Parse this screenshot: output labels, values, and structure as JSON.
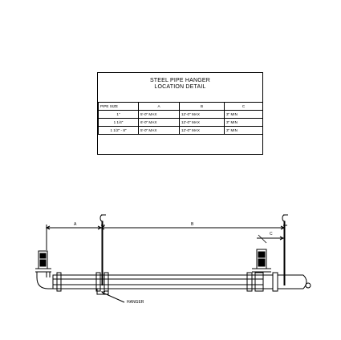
{
  "title": {
    "line1": "STEEL PIPE HANGER",
    "line2": "LOCATION DETAIL"
  },
  "table": {
    "headers": [
      "PIPE SIZE",
      "A",
      "B",
      "C"
    ],
    "rows": [
      [
        "1\"",
        "5'-0\" MAX",
        "12'-0\" MAX",
        "3\" MIN"
      ],
      [
        "1 1/4\"",
        "6'-0\" MAX",
        "12'-0\" MAX",
        "3\" MIN"
      ],
      [
        "1 1/2\" - 8\"",
        "5'-0\" MAX",
        "12'-0\" MAX",
        "3\" MIN"
      ]
    ]
  },
  "drawing": {
    "dim_a": "A",
    "dim_b": "B",
    "dim_c": "C",
    "hanger_label": "HANGER"
  }
}
